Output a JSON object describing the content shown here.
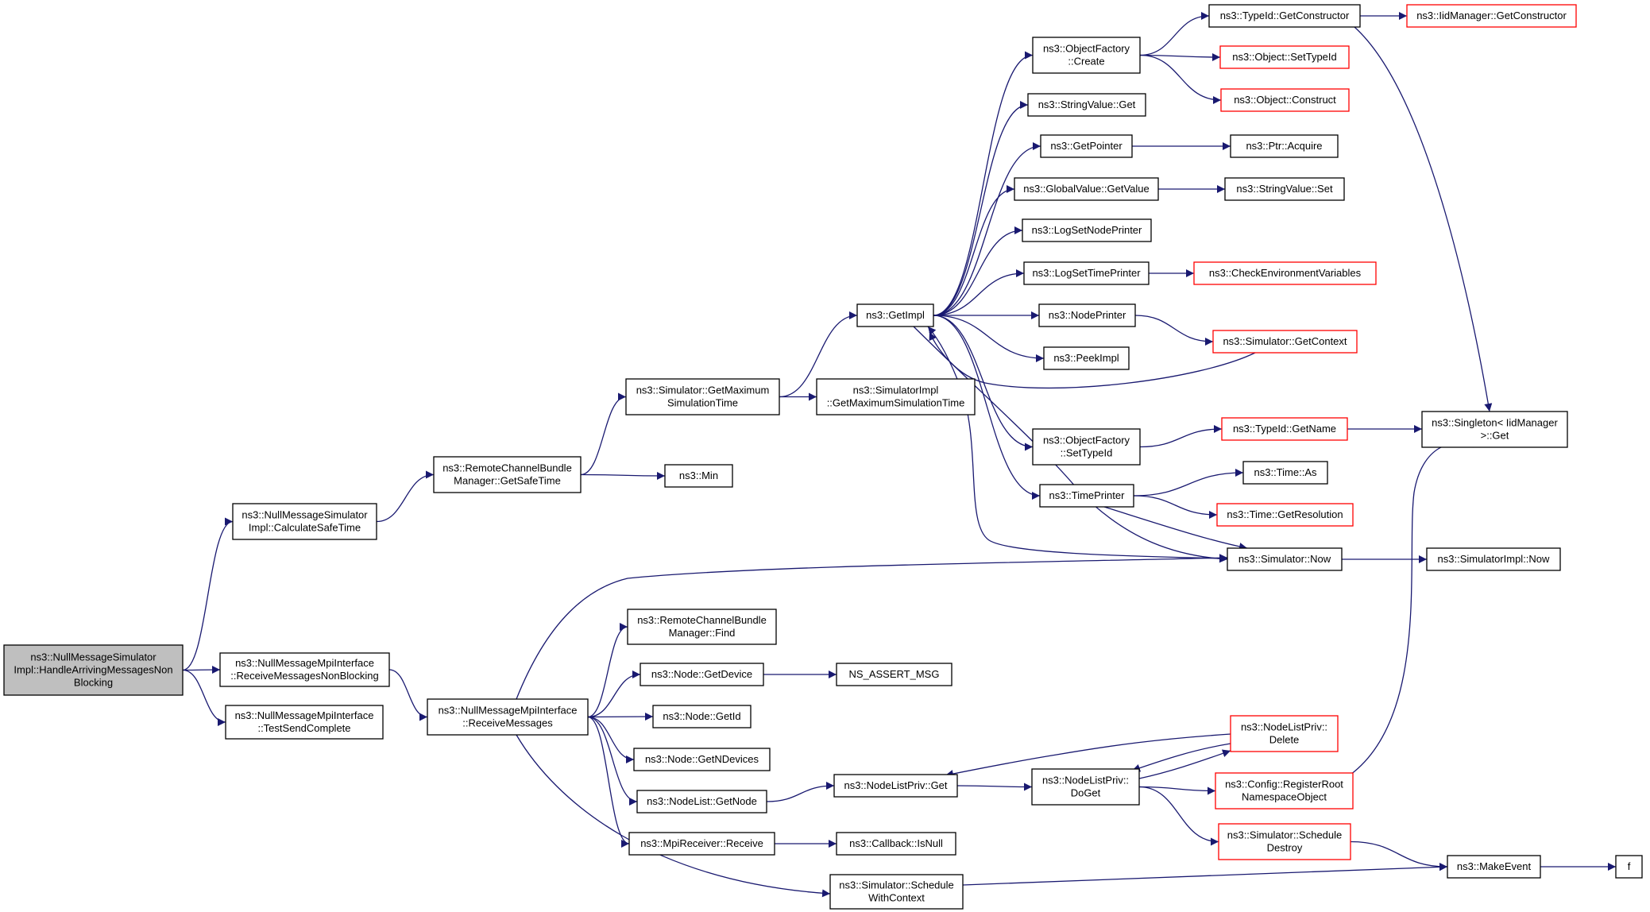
{
  "colors": {
    "edge": "#191970",
    "root_fill": "#bfbfbf",
    "normal_border": "#000000",
    "truncated_border": "#ff0000",
    "background": "#ffffff"
  },
  "nodes": [
    {
      "id": "root",
      "lines": [
        "ns3::NullMessageSimulator",
        "Impl::HandleArrivingMessagesNon",
        "Blocking"
      ],
      "kind": "root"
    },
    {
      "id": "calcSafeTime",
      "lines": [
        "ns3::NullMessageSimulator",
        "Impl::CalculateSafeTime"
      ],
      "kind": "normal"
    },
    {
      "id": "recvMsgsNB",
      "lines": [
        "ns3::NullMessageMpiInterface",
        "::ReceiveMessagesNonBlocking"
      ],
      "kind": "normal"
    },
    {
      "id": "testSendComplete",
      "lines": [
        "ns3::NullMessageMpiInterface",
        "::TestSendComplete"
      ],
      "kind": "normal"
    },
    {
      "id": "getSafeTime",
      "lines": [
        "ns3::RemoteChannelBundle",
        "Manager::GetSafeTime"
      ],
      "kind": "normal"
    },
    {
      "id": "recvMsgs",
      "lines": [
        "ns3::NullMessageMpiInterface",
        "::ReceiveMessages"
      ],
      "kind": "normal"
    },
    {
      "id": "simGetMaxSimTime",
      "lines": [
        "ns3::Simulator::GetMaximum",
        "SimulationTime"
      ],
      "kind": "normal"
    },
    {
      "id": "min",
      "lines": [
        "ns3::Min"
      ],
      "kind": "normal"
    },
    {
      "id": "rcbmFind",
      "lines": [
        "ns3::RemoteChannelBundle",
        "Manager::Find"
      ],
      "kind": "normal"
    },
    {
      "id": "nodeGetDevice",
      "lines": [
        "ns3::Node::GetDevice"
      ],
      "kind": "normal"
    },
    {
      "id": "nodeGetId",
      "lines": [
        "ns3::Node::GetId"
      ],
      "kind": "normal"
    },
    {
      "id": "nodeGetNDevices",
      "lines": [
        "ns3::Node::GetNDevices"
      ],
      "kind": "normal"
    },
    {
      "id": "nodeListGetNode",
      "lines": [
        "ns3::NodeList::GetNode"
      ],
      "kind": "normal"
    },
    {
      "id": "mpiReceive",
      "lines": [
        "ns3::MpiReceiver::Receive"
      ],
      "kind": "normal"
    },
    {
      "id": "schedWithCtx",
      "lines": [
        "ns3::Simulator::Schedule",
        "WithContext"
      ],
      "kind": "normal"
    },
    {
      "id": "getImpl",
      "lines": [
        "ns3::GetImpl"
      ],
      "kind": "normal"
    },
    {
      "id": "simImplGetMax",
      "lines": [
        "ns3::SimulatorImpl",
        "::GetMaximumSimulationTime"
      ],
      "kind": "normal"
    },
    {
      "id": "nsAssertMsg",
      "lines": [
        "NS_ASSERT_MSG"
      ],
      "kind": "normal"
    },
    {
      "id": "nlpGet",
      "lines": [
        "ns3::NodeListPriv::Get"
      ],
      "kind": "normal"
    },
    {
      "id": "cbIsNull",
      "lines": [
        "ns3::Callback::IsNull"
      ],
      "kind": "normal"
    },
    {
      "id": "ofCreate",
      "lines": [
        "ns3::ObjectFactory",
        "::Create"
      ],
      "kind": "normal"
    },
    {
      "id": "strValGet",
      "lines": [
        "ns3::StringValue::Get"
      ],
      "kind": "normal"
    },
    {
      "id": "getPointer",
      "lines": [
        "ns3::GetPointer"
      ],
      "kind": "normal"
    },
    {
      "id": "gvGetValue",
      "lines": [
        "ns3::GlobalValue::GetValue"
      ],
      "kind": "normal"
    },
    {
      "id": "logSetNodePrinter",
      "lines": [
        "ns3::LogSetNodePrinter"
      ],
      "kind": "normal"
    },
    {
      "id": "logSetTimePrinter",
      "lines": [
        "ns3::LogSetTimePrinter"
      ],
      "kind": "normal"
    },
    {
      "id": "nodePrinter",
      "lines": [
        "ns3::NodePrinter"
      ],
      "kind": "normal"
    },
    {
      "id": "peekImpl",
      "lines": [
        "ns3::PeekImpl"
      ],
      "kind": "normal"
    },
    {
      "id": "ofSetTypeId",
      "lines": [
        "ns3::ObjectFactory",
        "::SetTypeId"
      ],
      "kind": "normal"
    },
    {
      "id": "timePrinter",
      "lines": [
        "ns3::TimePrinter"
      ],
      "kind": "normal"
    },
    {
      "id": "simNow",
      "lines": [
        "ns3::Simulator::Now"
      ],
      "kind": "normal"
    },
    {
      "id": "nlpDoGet",
      "lines": [
        "ns3::NodeListPriv::",
        "DoGet"
      ],
      "kind": "normal"
    },
    {
      "id": "tidGetCtor",
      "lines": [
        "ns3::TypeId::GetConstructor"
      ],
      "kind": "normal"
    },
    {
      "id": "objSetTypeId",
      "lines": [
        "ns3::Object::SetTypeId"
      ],
      "kind": "truncated"
    },
    {
      "id": "objConstruct",
      "lines": [
        "ns3::Object::Construct"
      ],
      "kind": "truncated"
    },
    {
      "id": "ptrAcquire",
      "lines": [
        "ns3::Ptr::Acquire"
      ],
      "kind": "normal"
    },
    {
      "id": "strValSet",
      "lines": [
        "ns3::StringValue::Set"
      ],
      "kind": "normal"
    },
    {
      "id": "checkEnvVars",
      "lines": [
        "ns3::CheckEnvironmentVariables"
      ],
      "kind": "truncated"
    },
    {
      "id": "simGetContext",
      "lines": [
        "ns3::Simulator::GetContext"
      ],
      "kind": "truncated"
    },
    {
      "id": "tidGetName",
      "lines": [
        "ns3::TypeId::GetName"
      ],
      "kind": "truncated"
    },
    {
      "id": "timeAs",
      "lines": [
        "ns3::Time::As"
      ],
      "kind": "normal"
    },
    {
      "id": "timeGetRes",
      "lines": [
        "ns3::Time::GetResolution"
      ],
      "kind": "truncated"
    },
    {
      "id": "nlpDelete",
      "lines": [
        "ns3::NodeListPriv::",
        "Delete"
      ],
      "kind": "truncated"
    },
    {
      "id": "cfgRegRoot",
      "lines": [
        "ns3::Config::RegisterRoot",
        "NamespaceObject"
      ],
      "kind": "truncated"
    },
    {
      "id": "simSchedDestroy",
      "lines": [
        "ns3::Simulator::Schedule",
        "Destroy"
      ],
      "kind": "truncated"
    },
    {
      "id": "iidGetCtor",
      "lines": [
        "ns3::IidManager::GetConstructor"
      ],
      "kind": "truncated"
    },
    {
      "id": "singletonGet",
      "lines": [
        "ns3::Singleton< IidManager",
        ">::Get"
      ],
      "kind": "normal"
    },
    {
      "id": "simImplNow",
      "lines": [
        "ns3::SimulatorImpl::Now"
      ],
      "kind": "normal"
    },
    {
      "id": "makeEvent",
      "lines": [
        "ns3::MakeEvent"
      ],
      "kind": "normal"
    },
    {
      "id": "f",
      "lines": [
        "f"
      ],
      "kind": "normal"
    }
  ],
  "edges": [
    [
      "root",
      "calcSafeTime"
    ],
    [
      "root",
      "recvMsgsNB"
    ],
    [
      "root",
      "testSendComplete"
    ],
    [
      "calcSafeTime",
      "getSafeTime"
    ],
    [
      "recvMsgsNB",
      "recvMsgs"
    ],
    [
      "getSafeTime",
      "simGetMaxSimTime"
    ],
    [
      "getSafeTime",
      "min"
    ],
    [
      "simGetMaxSimTime",
      "getImpl"
    ],
    [
      "simGetMaxSimTime",
      "simImplGetMax"
    ],
    [
      "getImpl",
      "ofCreate"
    ],
    [
      "getImpl",
      "strValGet"
    ],
    [
      "getImpl",
      "getPointer"
    ],
    [
      "getImpl",
      "gvGetValue"
    ],
    [
      "getImpl",
      "logSetNodePrinter"
    ],
    [
      "getImpl",
      "logSetTimePrinter"
    ],
    [
      "getImpl",
      "nodePrinter"
    ],
    [
      "getImpl",
      "peekImpl"
    ],
    [
      "getImpl",
      "ofSetTypeId"
    ],
    [
      "getImpl",
      "timePrinter"
    ],
    [
      "getImpl",
      "simNow"
    ],
    [
      "ofCreate",
      "tidGetCtor"
    ],
    [
      "ofCreate",
      "objSetTypeId"
    ],
    [
      "ofCreate",
      "objConstruct"
    ],
    [
      "tidGetCtor",
      "iidGetCtor"
    ],
    [
      "tidGetCtor",
      "singletonGet"
    ],
    [
      "getPointer",
      "ptrAcquire"
    ],
    [
      "gvGetValue",
      "strValSet"
    ],
    [
      "logSetTimePrinter",
      "checkEnvVars"
    ],
    [
      "nodePrinter",
      "simGetContext"
    ],
    [
      "simGetContext",
      "getImpl"
    ],
    [
      "ofSetTypeId",
      "tidGetName"
    ],
    [
      "tidGetName",
      "singletonGet"
    ],
    [
      "timePrinter",
      "timeAs"
    ],
    [
      "timePrinter",
      "timeGetRes"
    ],
    [
      "timePrinter",
      "simNow"
    ],
    [
      "simNow",
      "getImpl"
    ],
    [
      "simNow",
      "simImplNow"
    ],
    [
      "recvMsgs",
      "simNow"
    ],
    [
      "recvMsgs",
      "rcbmFind"
    ],
    [
      "recvMsgs",
      "nodeGetDevice"
    ],
    [
      "recvMsgs",
      "nodeGetId"
    ],
    [
      "recvMsgs",
      "nodeGetNDevices"
    ],
    [
      "recvMsgs",
      "nodeListGetNode"
    ],
    [
      "recvMsgs",
      "mpiReceive"
    ],
    [
      "recvMsgs",
      "schedWithCtx"
    ],
    [
      "nodeGetDevice",
      "nsAssertMsg"
    ],
    [
      "nodeListGetNode",
      "nlpGet"
    ],
    [
      "mpiReceive",
      "cbIsNull"
    ],
    [
      "nlpGet",
      "nlpDoGet"
    ],
    [
      "nlpDoGet",
      "nlpDelete"
    ],
    [
      "nlpDelete",
      "nlpDoGet"
    ],
    [
      "nlpDelete",
      "nlpGet"
    ],
    [
      "nlpDoGet",
      "cfgRegRoot"
    ],
    [
      "nlpDoGet",
      "simSchedDestroy"
    ],
    [
      "cfgRegRoot",
      "singletonGet"
    ],
    [
      "simSchedDestroy",
      "makeEvent"
    ],
    [
      "schedWithCtx",
      "makeEvent"
    ],
    [
      "makeEvent",
      "f"
    ]
  ]
}
